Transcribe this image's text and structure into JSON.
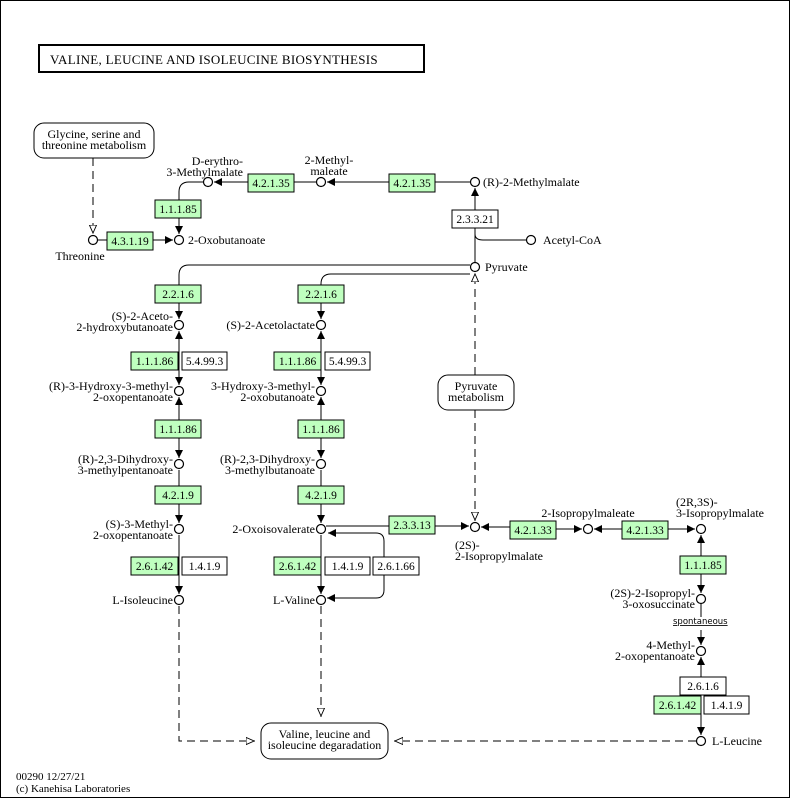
{
  "title": "VALINE, LEUCINE AND ISOLEUCINE BIOSYNTHESIS",
  "colors": {
    "enzyme_present": "#bfffbf",
    "enzyme_absent": "#ffffff",
    "line": "#000000"
  },
  "enzymes": [
    {
      "ec": "4.2.1.35",
      "present": true
    },
    {
      "ec": "4.2.1.35",
      "present": true
    },
    {
      "ec": "2.3.3.21",
      "present": false
    },
    {
      "ec": "1.1.1.85",
      "present": true
    },
    {
      "ec": "4.3.1.19",
      "present": true
    },
    {
      "ec": "2.2.1.6",
      "present": true
    },
    {
      "ec": "2.2.1.6",
      "present": true
    },
    {
      "ec": "1.1.1.86",
      "present": true
    },
    {
      "ec": "5.4.99.3",
      "present": false
    },
    {
      "ec": "1.1.1.86",
      "present": true
    },
    {
      "ec": "5.4.99.3",
      "present": false
    },
    {
      "ec": "1.1.1.86",
      "present": true
    },
    {
      "ec": "1.1.1.86",
      "present": true
    },
    {
      "ec": "4.2.1.9",
      "present": true
    },
    {
      "ec": "4.2.1.9",
      "present": true
    },
    {
      "ec": "2.3.3.13",
      "present": true
    },
    {
      "ec": "4.2.1.33",
      "present": true
    },
    {
      "ec": "4.2.1.33",
      "present": true
    },
    {
      "ec": "1.1.1.85",
      "present": true
    },
    {
      "ec": "2.6.1.42",
      "present": true
    },
    {
      "ec": "1.4.1.9",
      "present": false
    },
    {
      "ec": "2.6.1.42",
      "present": true
    },
    {
      "ec": "1.4.1.9",
      "present": false
    },
    {
      "ec": "2.6.1.66",
      "present": false
    },
    {
      "ec": "2.6.1.6",
      "present": false
    },
    {
      "ec": "2.6.1.42",
      "present": true
    },
    {
      "ec": "1.4.1.9",
      "present": false
    }
  ],
  "compounds": [
    {
      "lines": [
        "D-erythro-",
        "3-Methylmalate"
      ]
    },
    {
      "lines": [
        "2-Methyl-",
        "maleate"
      ]
    },
    {
      "lines": [
        "(R)-2-Methylmalate"
      ]
    },
    {
      "lines": [
        "Threonine"
      ]
    },
    {
      "lines": [
        "2-Oxobutanoate"
      ]
    },
    {
      "lines": [
        "Acetyl-CoA"
      ]
    },
    {
      "lines": [
        "Pyruvate"
      ]
    },
    {
      "lines": [
        "(S)-2-Aceto-",
        "2-hydroxybutanoate"
      ]
    },
    {
      "lines": [
        "(S)-2-Acetolactate"
      ]
    },
    {
      "lines": [
        "(R)-3-Hydroxy-3-methyl-",
        "2-oxopentanoate"
      ]
    },
    {
      "lines": [
        "3-Hydroxy-3-methyl-",
        "2-oxobutanoate"
      ]
    },
    {
      "lines": [
        "(R)-2,3-Dihydroxy-",
        "3-methylpentanoate"
      ]
    },
    {
      "lines": [
        "(R)-2,3-Dihydroxy-",
        "3-methylbutanoate"
      ]
    },
    {
      "lines": [
        "(S)-3-Methyl-",
        "2-oxopentanoate"
      ]
    },
    {
      "lines": [
        "2-Oxoisovalerate"
      ]
    },
    {
      "lines": [
        "(2S)-",
        "2-Isopropylmalate"
      ]
    },
    {
      "lines": [
        "2-Isopropylmaleate"
      ]
    },
    {
      "lines": [
        "(2R,3S)-",
        "3-Isopropylmalate"
      ]
    },
    {
      "lines": [
        "(2S)-2-Isopropyl-",
        "3-oxosuccinate"
      ]
    },
    {
      "lines": [
        "4-Methyl-",
        "2-oxopentanoate"
      ]
    },
    {
      "lines": [
        "L-Isoleucine"
      ]
    },
    {
      "lines": [
        "L-Valine"
      ]
    },
    {
      "lines": [
        "L-Leucine"
      ]
    }
  ],
  "maps": [
    {
      "lines": [
        "Glycine, serine and",
        "threonine metabolism"
      ]
    },
    {
      "lines": [
        "Pyruvate",
        "metabolism"
      ]
    },
    {
      "lines": [
        "Valine, leucine and",
        "isoleucine degaradation"
      ]
    }
  ],
  "spontaneous": "spontaneous",
  "footer": {
    "map_id_date": "00290 12/27/21",
    "copyright": "(c) Kanehisa Laboratories"
  }
}
